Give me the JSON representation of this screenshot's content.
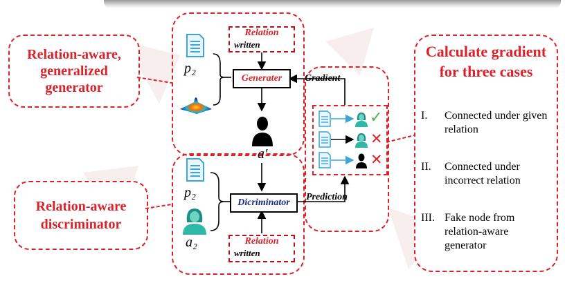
{
  "callouts": {
    "generator": "Relation-aware, generalized generator",
    "discriminator": "Relation-aware discriminator",
    "gradient_title": "Calculate gradient for three cases"
  },
  "generator_panel": {
    "doc_label": "p₂",
    "box_label": "Generater",
    "output_label": "a′",
    "relation": {
      "title": "Relation",
      "written": "written"
    }
  },
  "discriminator_panel": {
    "doc_label": "p₂",
    "user_label": "a₂",
    "box_label": "Dicriminator",
    "relation": {
      "title": "Relation",
      "written": "written"
    }
  },
  "flow": {
    "gradient_label": "Gradient",
    "prediction_label": "Prediction"
  },
  "cases": [
    {
      "numeral": "I.",
      "text": "Connected under given relation"
    },
    {
      "numeral": "II.",
      "text": "Connected under incorrect relation"
    },
    {
      "numeral": "III.",
      "text": "Fake node from relation-aware generator"
    }
  ],
  "icons": [
    "document-icon",
    "gaussian-surface-icon",
    "person-icon",
    "female-user-icon",
    "check-icon",
    "cross-icon"
  ],
  "colors": {
    "accent": "#d9222a",
    "doc_blue": "#3aa6d8",
    "teal": "#2fb7a8",
    "check_green": "#4caf50"
  }
}
